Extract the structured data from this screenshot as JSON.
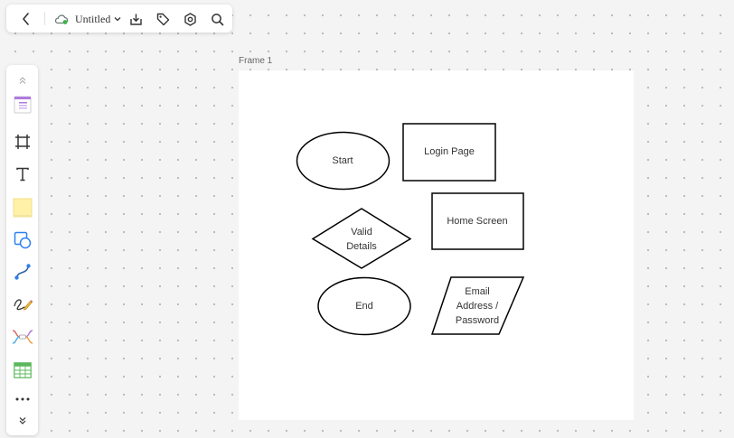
{
  "toolbar": {
    "doc_title": "Untitled",
    "icons": [
      "back-arrow-icon",
      "cloud-sync-icon",
      "chevron-down-icon",
      "download-icon",
      "tag-icon",
      "settings-icon",
      "search-icon"
    ]
  },
  "sidebar": {
    "tools": [
      "collapse-up-icon",
      "template-icon",
      "frame-icon",
      "text-icon",
      "sticky-note-icon",
      "shape-icon",
      "connector-icon",
      "pen-icon",
      "mindmap-icon",
      "table-icon",
      "more-icon",
      "expand-down-icon"
    ]
  },
  "canvas": {
    "frame_label": "Frame 1",
    "shapes": {
      "start": "Start",
      "login": "Login Page",
      "valid": [
        "Valid",
        "Details"
      ],
      "home": "Home Screen",
      "end": "End",
      "email": [
        "Email",
        "Address /",
        "Password"
      ]
    }
  },
  "colors": {
    "cloud_icon": "#6a7d76",
    "cloud_dot": "#3bb54a",
    "template_purple": "#b07be0",
    "sticky_yellow": "#fff2a8",
    "shape_blue": "#2f80ed",
    "mindmap_colors": [
      "#e06666",
      "#4ab1e8",
      "#b07be0",
      "#f0a04b"
    ],
    "table_green": "#5cb85c"
  }
}
